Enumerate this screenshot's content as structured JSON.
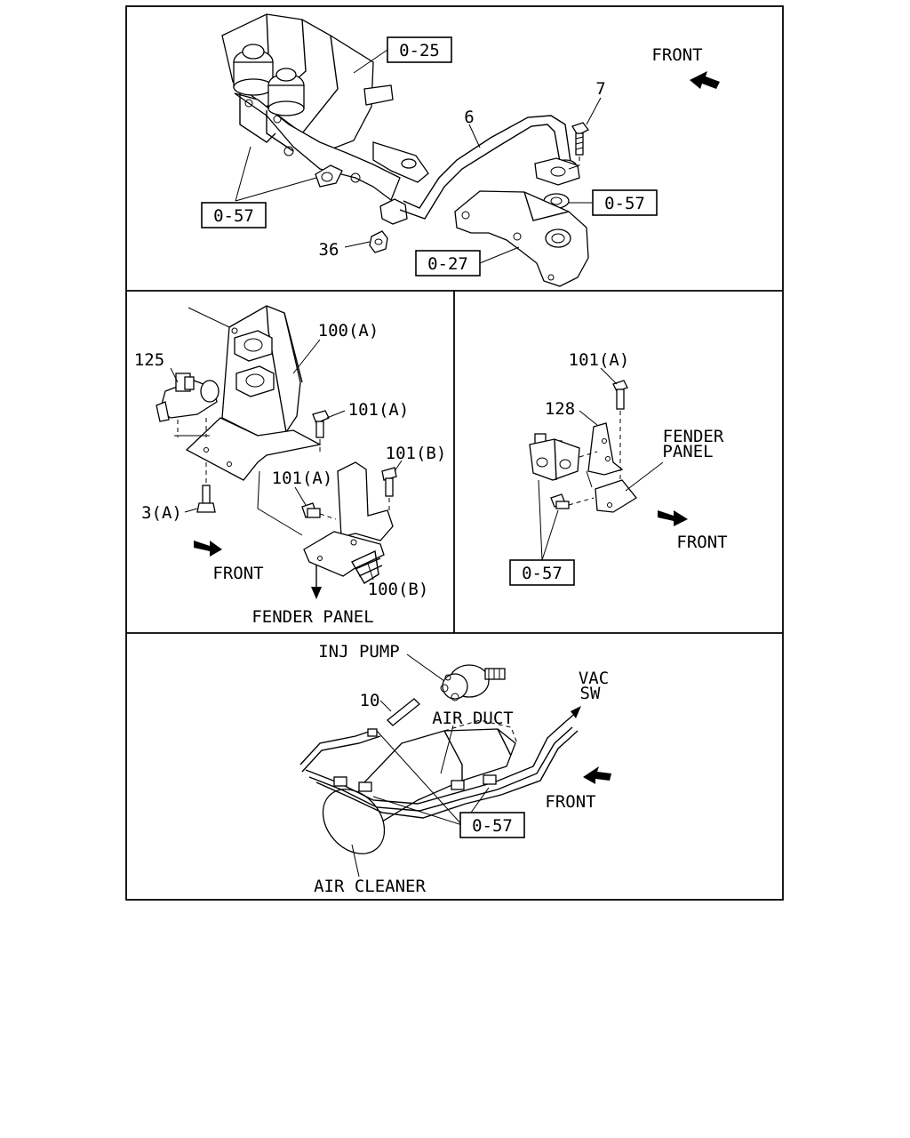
{
  "panel_top": {
    "callouts": {
      "ref_025": "0-25",
      "ref_057_left": "0-57",
      "ref_057_right": "0-57",
      "ref_027": "0-27"
    },
    "numbers": {
      "pipe": "6",
      "bolt": "7",
      "nut": "36"
    },
    "direction": "FRONT"
  },
  "panel_mid_left": {
    "labels": {
      "bracket_a": "100(A)",
      "bracket_b": "100(B)",
      "bolt_101a_1": "101(A)",
      "bolt_101a_2": "101(A)",
      "bolt_101b": "101(B)",
      "valve": "125",
      "bolt_3a": "3(A)"
    },
    "direction": "FRONT",
    "fender_panel": "FENDER PANEL"
  },
  "panel_mid_right": {
    "labels": {
      "bolt_101a": "101(A)",
      "bracket": "128",
      "ref_057": "0-57"
    },
    "fender_line1": "FENDER",
    "fender_line2": "PANEL",
    "direction": "FRONT"
  },
  "panel_bottom": {
    "inj_pump": "INJ PUMP",
    "hose": "10",
    "air_duct": "AIR DUCT",
    "vac_line1": "VAC",
    "vac_line2": "SW",
    "ref_057": "0-57",
    "direction": "FRONT",
    "air_cleaner": "AIR CLEANER"
  }
}
